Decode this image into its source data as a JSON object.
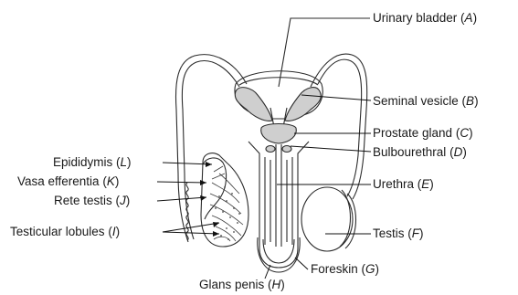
{
  "labels": {
    "urinary_bladder": {
      "text": "Urinary bladder",
      "letter": "A"
    },
    "seminal_vesicle": {
      "text": "Seminal vesicle",
      "letter": "B"
    },
    "prostate_gland": {
      "text": "Prostate gland",
      "letter": "C"
    },
    "bulbourethral": {
      "text": "Bulbourethral",
      "letter": "D"
    },
    "urethra": {
      "text": "Urethra",
      "letter": "E"
    },
    "testis": {
      "text": "Testis",
      "letter": "F"
    },
    "foreskin": {
      "text": "Foreskin",
      "letter": "G"
    },
    "glans_penis": {
      "text": "Glans penis",
      "letter": "H"
    },
    "epididymis": {
      "text": "Epididymis",
      "letter": "L"
    },
    "vasa_efferentia": {
      "text": "Vasa efferentia",
      "letter": "K"
    },
    "rete_testis": {
      "text": "Rete testis",
      "letter": "J"
    },
    "testicular_lobules": {
      "text": "Testicular lobules",
      "letter": "I"
    }
  }
}
